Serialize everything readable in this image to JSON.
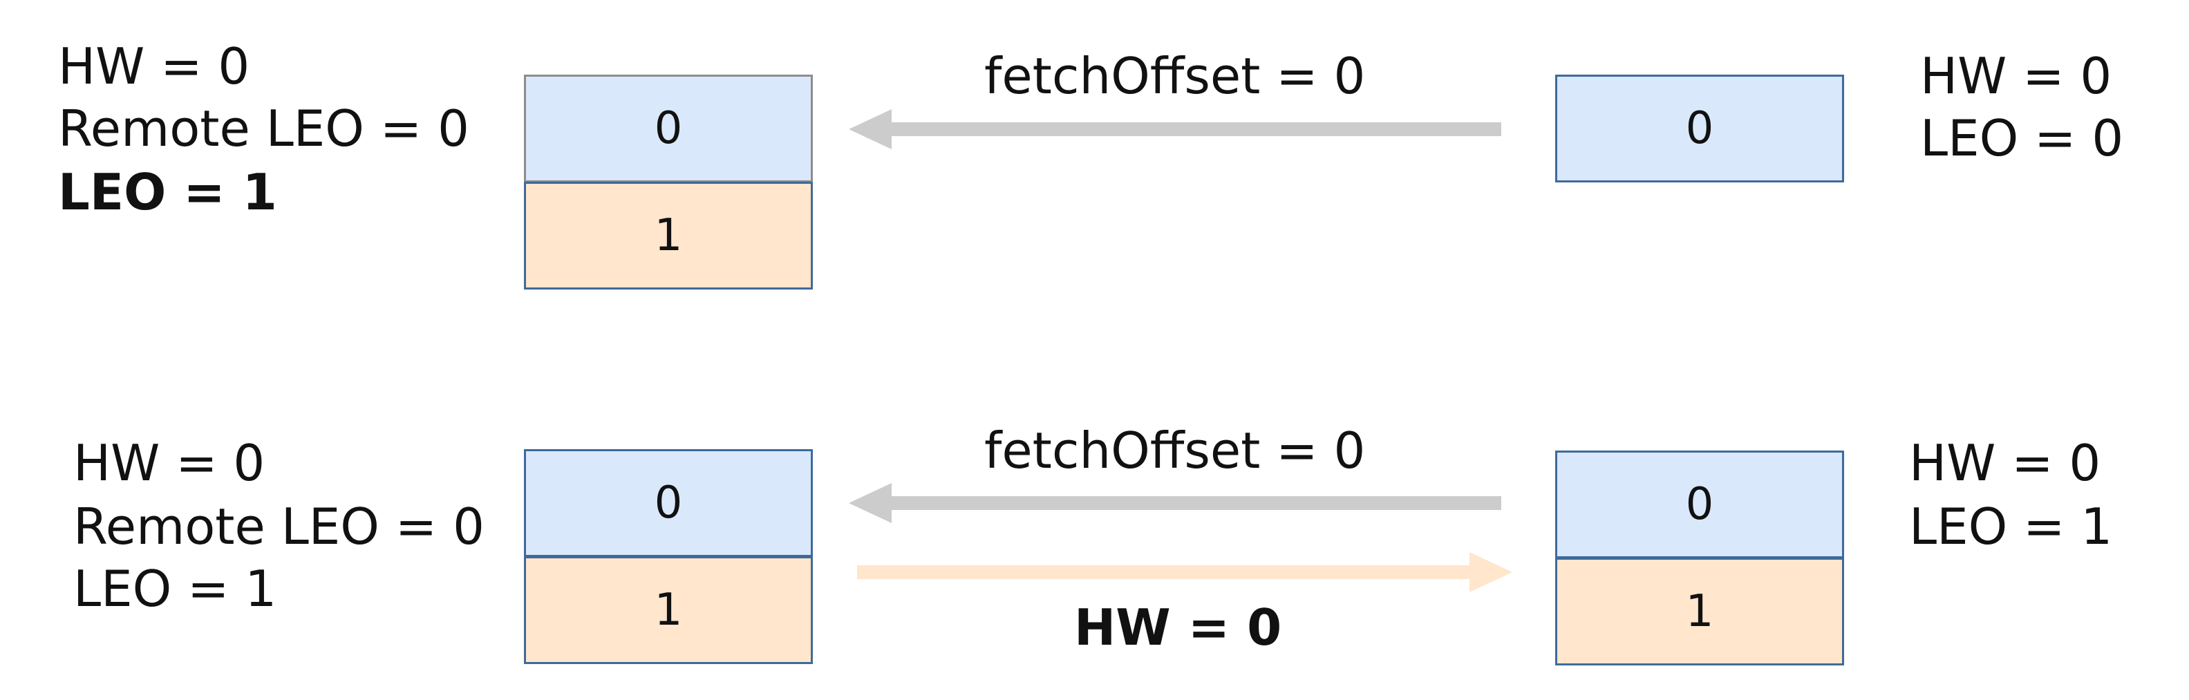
{
  "colors": {
    "cell_blue": "#dae8fc",
    "cell_orange": "#ffe6cc",
    "border_blue": "#3f6a9a",
    "border_gray": "#8c8c8c",
    "arrow_gray": "#cccccc",
    "arrow_orange": "#ffe6cc"
  },
  "top": {
    "leader_state": {
      "hw": "HW = 0",
      "remote_leo": "Remote LEO = 0",
      "leo": "LEO = 1"
    },
    "leader_log": [
      "0",
      "1"
    ],
    "fetch_label": "fetchOffset = 0",
    "follower_log": [
      "0"
    ],
    "follower_state": {
      "hw": "HW = 0",
      "leo": "LEO = 0"
    }
  },
  "bottom": {
    "leader_state": {
      "hw": "HW = 0",
      "remote_leo": "Remote LEO = 0",
      "leo": "LEO = 1"
    },
    "leader_log": [
      "0",
      "1"
    ],
    "fetch_label": "fetchOffset = 0",
    "response_label": "HW = 0",
    "follower_log": [
      "0",
      "1"
    ],
    "follower_state": {
      "hw": "HW = 0",
      "leo": "LEO = 1"
    }
  }
}
